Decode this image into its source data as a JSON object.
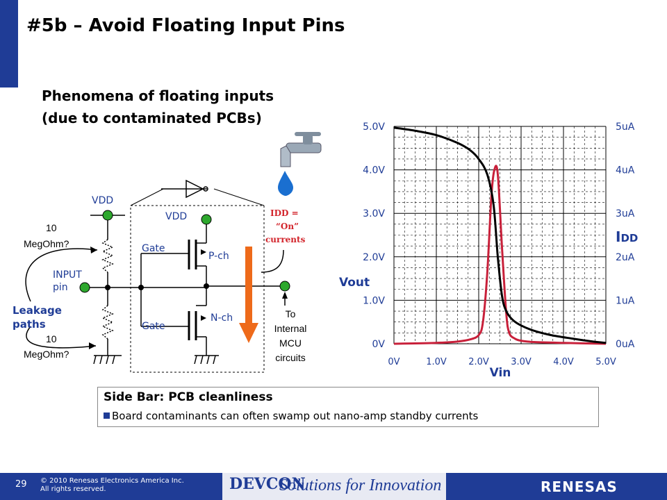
{
  "slide": {
    "title": "#5b – Avoid Floating Input Pins",
    "subtitle_line1": "Phenomena of floating inputs",
    "subtitle_line2": "(due to contaminated PCBs)"
  },
  "circuit": {
    "vdd_left": "VDD",
    "vdd_inner": "VDD",
    "res_top_value": "10",
    "res_top_unit": "MegOhm?",
    "res_bottom_value": "10",
    "res_bottom_unit": "MegOhm?",
    "input_pin_line1": "INPUT",
    "input_pin_line2": "pin",
    "leakage_line1": "Leakage",
    "leakage_line2": "paths",
    "gate_top": "Gate",
    "gate_bottom": "Gate",
    "pch": "P-ch",
    "nch": "N-ch",
    "idd_line1": "IDD =",
    "idd_line2": "“On”",
    "idd_line3": "currents",
    "to_internal": [
      "To",
      "Internal",
      "MCU",
      "circuits"
    ]
  },
  "chart_data": {
    "type": "line",
    "xlabel": "Vin",
    "ylabel": "Vout",
    "ylabel_right": "IDD",
    "x_ticks": [
      "0V",
      "1.0V",
      "2.0V",
      "3.0V",
      "4.0V",
      "5.0V"
    ],
    "y_ticks_left": [
      "0V",
      "1.0V",
      "2.0V",
      "3.0V",
      "4.0V",
      "5.0V"
    ],
    "y_ticks_right": [
      "0uA",
      "1uA",
      "2uA",
      "3uA",
      "4uA",
      "5uA"
    ],
    "xlim": [
      0,
      5
    ],
    "ylim": [
      0,
      5
    ],
    "ylim_right": [
      0,
      5
    ],
    "grid": true,
    "series": [
      {
        "color": "#000000",
        "x": [
          0,
          0.5,
          1.0,
          1.5,
          1.8,
          2.0,
          2.2,
          2.35,
          2.45,
          2.55,
          2.65,
          2.8,
          3.0,
          3.3,
          3.7,
          4.2,
          4.7,
          5.0
        ],
        "y": [
          4.97,
          4.9,
          4.8,
          4.62,
          4.45,
          4.25,
          3.9,
          3.2,
          2.0,
          1.1,
          0.75,
          0.55,
          0.42,
          0.3,
          0.2,
          0.12,
          0.05,
          0.02
        ]
      },
      {
        "color": "#c8203a",
        "x": [
          0,
          1.0,
          1.5,
          1.8,
          2.0,
          2.1,
          2.2,
          2.3,
          2.37,
          2.45,
          2.55,
          2.65,
          2.72,
          2.85,
          3.0,
          3.3,
          4.0,
          5.0
        ],
        "y": [
          0.0,
          0.02,
          0.05,
          0.1,
          0.2,
          0.5,
          1.6,
          3.4,
          4.0,
          3.9,
          2.2,
          0.7,
          0.25,
          0.12,
          0.07,
          0.04,
          0.02,
          0.0
        ]
      }
    ]
  },
  "sidebar": {
    "title": "Side Bar: PCB cleanliness",
    "bullet": "Board contaminants can often swamp out nano-amp standby currents",
    "bullet_color": "#1f3c96"
  },
  "footer": {
    "page_number": "29",
    "copyright_line1": "© 2010 Renesas Electronics America Inc.",
    "copyright_line2": "All rights reserved.",
    "devcon": "DEVCON",
    "tagline": "Solutions for Innovation",
    "brand": "RENESAS",
    "brand_color": "#1f3c96"
  }
}
